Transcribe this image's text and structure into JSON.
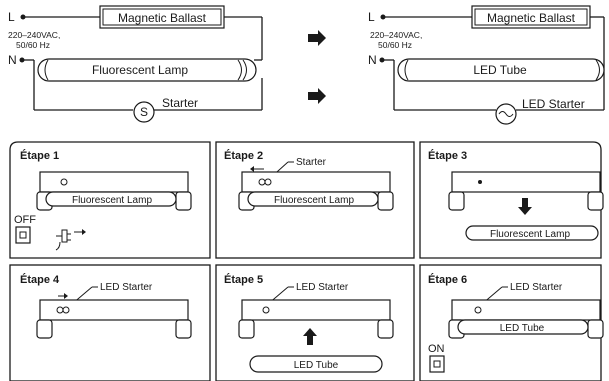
{
  "circuit_old": {
    "l_label": "L",
    "n_label": "N",
    "voltage_line1": "220–240VAC,",
    "voltage_line2": "50/60 Hz",
    "ballast_label": "Magnetic Ballast",
    "lamp_label": "Fluorescent Lamp",
    "starter_symbol": "S",
    "starter_label": "Starter"
  },
  "circuit_new": {
    "l_label": "L",
    "n_label": "N",
    "voltage_line1": "220–240VAC,",
    "voltage_line2": "50/60 Hz",
    "ballast_label": "Magnetic Ballast",
    "tube_label": "LED Tube",
    "starter_label": "LED Starter"
  },
  "steps": [
    {
      "title": "Étape 1",
      "lamp_label": "Fluorescent Lamp",
      "switch_label": "OFF"
    },
    {
      "title": "Étape 2",
      "lamp_label": "Fluorescent Lamp",
      "callout": "Starter"
    },
    {
      "title": "Étape 3",
      "lamp_label": "Fluorescent Lamp"
    },
    {
      "title": "Étape 4",
      "callout": "LED Starter"
    },
    {
      "title": "Étape 5",
      "callout": "LED Starter",
      "tube_label": "LED Tube"
    },
    {
      "title": "Étape 6",
      "callout": "LED Starter",
      "tube_label": "LED Tube",
      "switch_label": "ON"
    }
  ]
}
